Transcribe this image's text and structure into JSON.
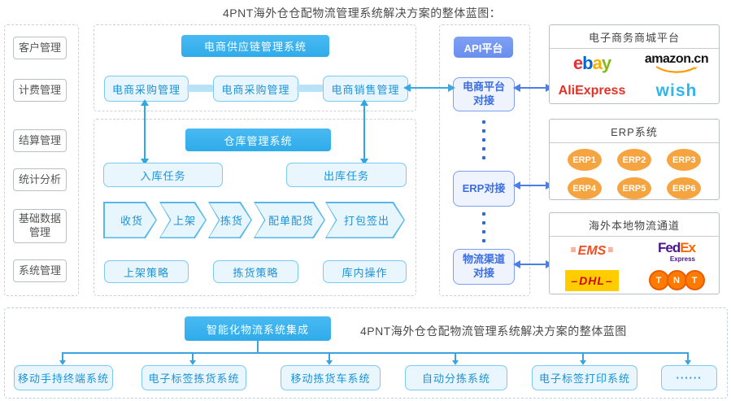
{
  "title": "4PNT海外仓仓配物流管理系统解决方案的整体蓝图：",
  "colors": {
    "header_blue": "#3cb4ef",
    "api_periwinkle": "#7195f0",
    "node_fill": "#e9f6fd",
    "node_border": "#7acaf2",
    "node_text": "#1d93d6",
    "link_fill": "#eff3fe",
    "link_border": "#7e9df0",
    "link_text": "#3a6de0",
    "arrow_cyan": "#38a8e8",
    "arrow_blue": "#4a7fe8",
    "erp_orange": "#f5a440",
    "ebay_red": "#e53238",
    "ebay_blue": "#0064d2",
    "ebay_yellow": "#f5af02",
    "ebay_green": "#86b817",
    "amazon_orange": "#ff9900",
    "aliexpress_red": "#e43225",
    "wish_blue": "#2fb7ec",
    "ems_orange": "#f04e23",
    "fedex_purple": "#4d148c",
    "fedex_orange": "#ff6600",
    "dhl_yellow": "#ffcc00",
    "dhl_red": "#d40511",
    "tnt_orange": "#ff7a00"
  },
  "sidebar": {
    "items": [
      "客户管理",
      "计费管理",
      "结算管理",
      "统计分析",
      "基础数据管理",
      "系统管理"
    ]
  },
  "supply_chain": {
    "header": "电商供应链管理系统",
    "boxes": [
      "电商采购管理",
      "电商采购管理",
      "电商销售管理"
    ]
  },
  "warehouse": {
    "header": "仓库管理系统",
    "inbound": "入库任务",
    "outbound": "出库任务",
    "steps": [
      "收货",
      "上架",
      "拣货",
      "配单配货",
      "打包签出"
    ],
    "strategies": [
      "上架策略",
      "拣货策略",
      "库内操作"
    ]
  },
  "api": {
    "header": "API平台",
    "nodes": [
      "电商平台对接",
      "ERP对接",
      "物流渠道对接"
    ]
  },
  "panels": {
    "ecommerce": {
      "title": "电子商务商城平台",
      "ebay": {
        "letters": [
          "e",
          "b",
          "a",
          "y"
        ]
      },
      "amazon": {
        "text": "amazon.cn"
      },
      "aliexpress": {
        "text": "AliExpress"
      },
      "wish": {
        "text": "wish"
      }
    },
    "erp": {
      "title": "ERP系统",
      "items": [
        "ERP1",
        "ERP2",
        "ERP3",
        "ERP4",
        "ERP5",
        "ERP6"
      ]
    },
    "logistics": {
      "title": "海外本地物流通道",
      "ems": "EMS",
      "fedex": {
        "main_fed": "Fed",
        "main_ex": "Ex",
        "sub": "Express"
      },
      "dhl": "DHL",
      "tnt": [
        "T",
        "N",
        "T"
      ]
    }
  },
  "integration": {
    "header": "智能化物流系统集成",
    "caption": "4PNT海外仓仓配物流管理系统解决方案的整体蓝图",
    "systems": [
      "移动手持终端系统",
      "电子标签拣货系统",
      "移动拣货车系统",
      "自动分拣系统",
      "电子标签打印系统",
      "······"
    ]
  }
}
